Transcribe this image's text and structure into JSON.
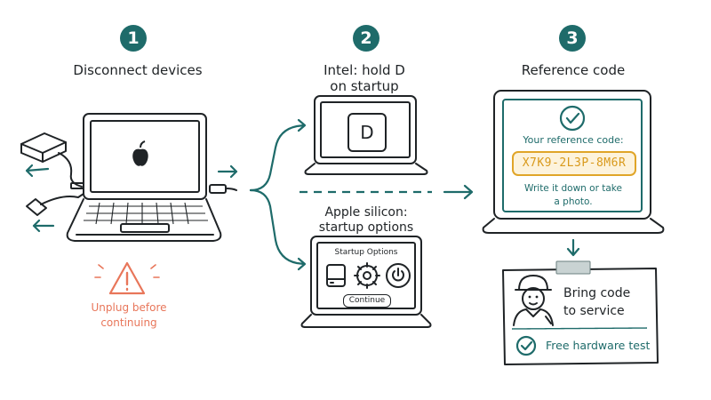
{
  "steps": [
    {
      "number": "1",
      "title": "Disconnect devices"
    },
    {
      "number": "2",
      "title_line1": "Intel: hold D",
      "title_line2": "on startup"
    },
    {
      "number": "3",
      "title": "Reference code"
    }
  ],
  "warning": {
    "line1": "Unplug before",
    "line2": "continuing",
    "icon": "warning-triangle-icon"
  },
  "intel": {
    "key_label": "D"
  },
  "apple_silicon": {
    "title_line1": "Apple silicon:",
    "title_line2": "startup options",
    "screen_title": "Startup Options",
    "continue_label": "Continue"
  },
  "reference": {
    "label": "Your reference code:",
    "code": "X7K9-2L3P-8M6R",
    "note_line1": "Write it down or take",
    "note_line2": "a photo."
  },
  "service_card": {
    "line1": "Bring code",
    "line2": "to service",
    "test_label": "Free hardware test"
  },
  "colors": {
    "teal": "#1e6b6a",
    "warning": "#e8765a",
    "code": "#e0a528",
    "ink": "#1f2326"
  }
}
